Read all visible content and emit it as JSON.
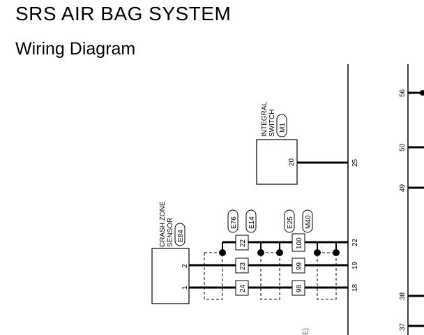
{
  "header": {
    "title": "SRS AIR BAG SYSTEM",
    "subtitle": "Wiring Diagram"
  },
  "components": {
    "integral_switch": {
      "name_line1": "INTEGRAL",
      "name_line2": "SWITCH",
      "connector": "M1",
      "pin": "20"
    },
    "crash_zone_sensor": {
      "name_line1": "CRASH ZONE",
      "name_line2": "SENSOR",
      "connector": "E84",
      "pin_2": "2",
      "pin_1": "1"
    }
  },
  "connectors": {
    "left": [
      "E76",
      "E14"
    ],
    "right": [
      "E25",
      "M40"
    ]
  },
  "junction_pins": {
    "left": [
      "22",
      "23",
      "24"
    ],
    "right": [
      "100",
      "99",
      "98"
    ]
  },
  "terminals": {
    "main": [
      "25",
      "22",
      "19",
      "18"
    ],
    "right": [
      "56",
      "50",
      "49",
      "38",
      "37"
    ]
  },
  "cut_text": "E)"
}
